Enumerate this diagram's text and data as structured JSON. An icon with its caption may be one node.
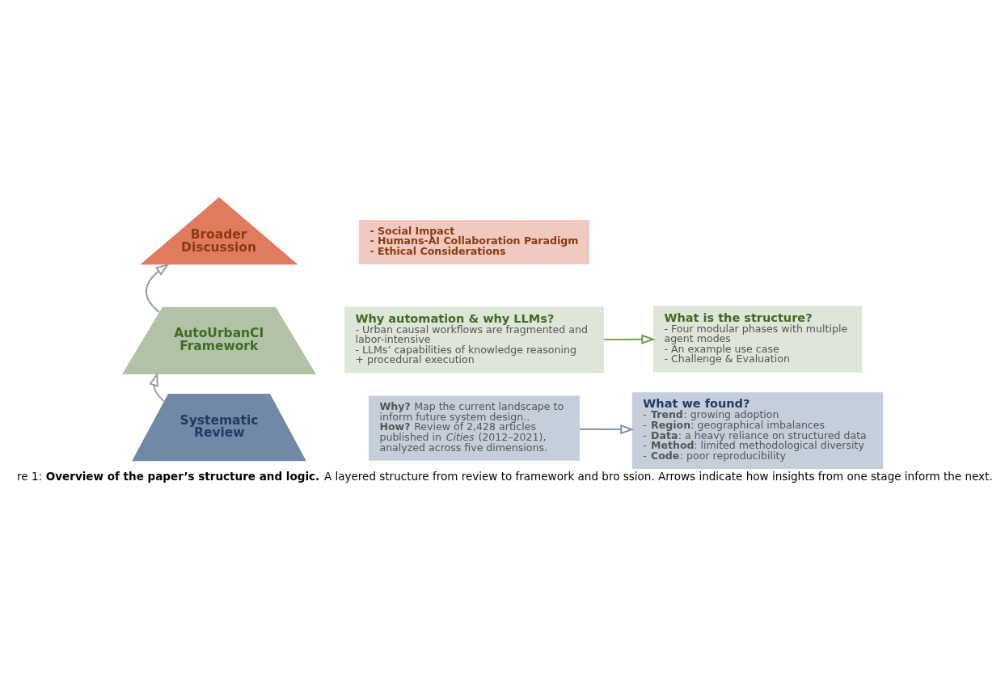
{
  "diagram": {
    "caption": "re 1: **Overview of the paper’s structure and logic.** A layered structure from review to framework and bro ssion. Arrows indicate how insights from one stage inform the next.",
    "nodes": [
      {
        "text": [
          "Broader Discussion"
        ]
      },
      {
        "text": [
          "AutoUrbanCI Framework"
        ]
      },
      {
        "text": [
          "Systematic Review"
        ]
      },
      {
        "text": [
          "- Social Impact",
          "- Humans-AI Collaboration Paradigm",
          "- Ethical Considerations"
        ]
      },
      {
        "text": [
          "Why automation & why LLMs?",
          "- Urban causal workflows are fragmented and labor-intensive",
          "- LLMs’ capabilities of knowledge reasoning + procedural execution"
        ]
      },
      {
        "text": [
          "What is the structure?",
          "- Four modular phases with multiple agent modes",
          "- An example use case",
          "- Challenge & Evaluation"
        ]
      },
      {
        "text": [
          "**Why?** Map the current landscape to inform future system design..",
          "**How?** Review of 2,428 articles published in *Cities* (2012–2021), analyzed across five dimensions."
        ]
      },
      {
        "text": [
          "What we found?",
          "- **Trend**: growing adoption",
          "- **Region**: geographical imbalances",
          "- **Data**: a heavy reliance on structured data",
          "- **Method**: limited methodological diversity",
          "- **Code**: poor reproducibility"
        ]
      }
    ],
    "edges": [
      {
        "from": 2,
        "to": 1,
        "arrow": "to",
        "color": "#9a9a9a"
      },
      {
        "from": 1,
        "to": 0,
        "arrow": "to",
        "color": "#9a9a9a"
      },
      {
        "from": 4,
        "to": 5,
        "arrow": "to",
        "color": "#6a9a4a"
      },
      {
        "from": 6,
        "to": 7,
        "arrow": "to",
        "color": "#7f93ab"
      }
    ]
  }
}
